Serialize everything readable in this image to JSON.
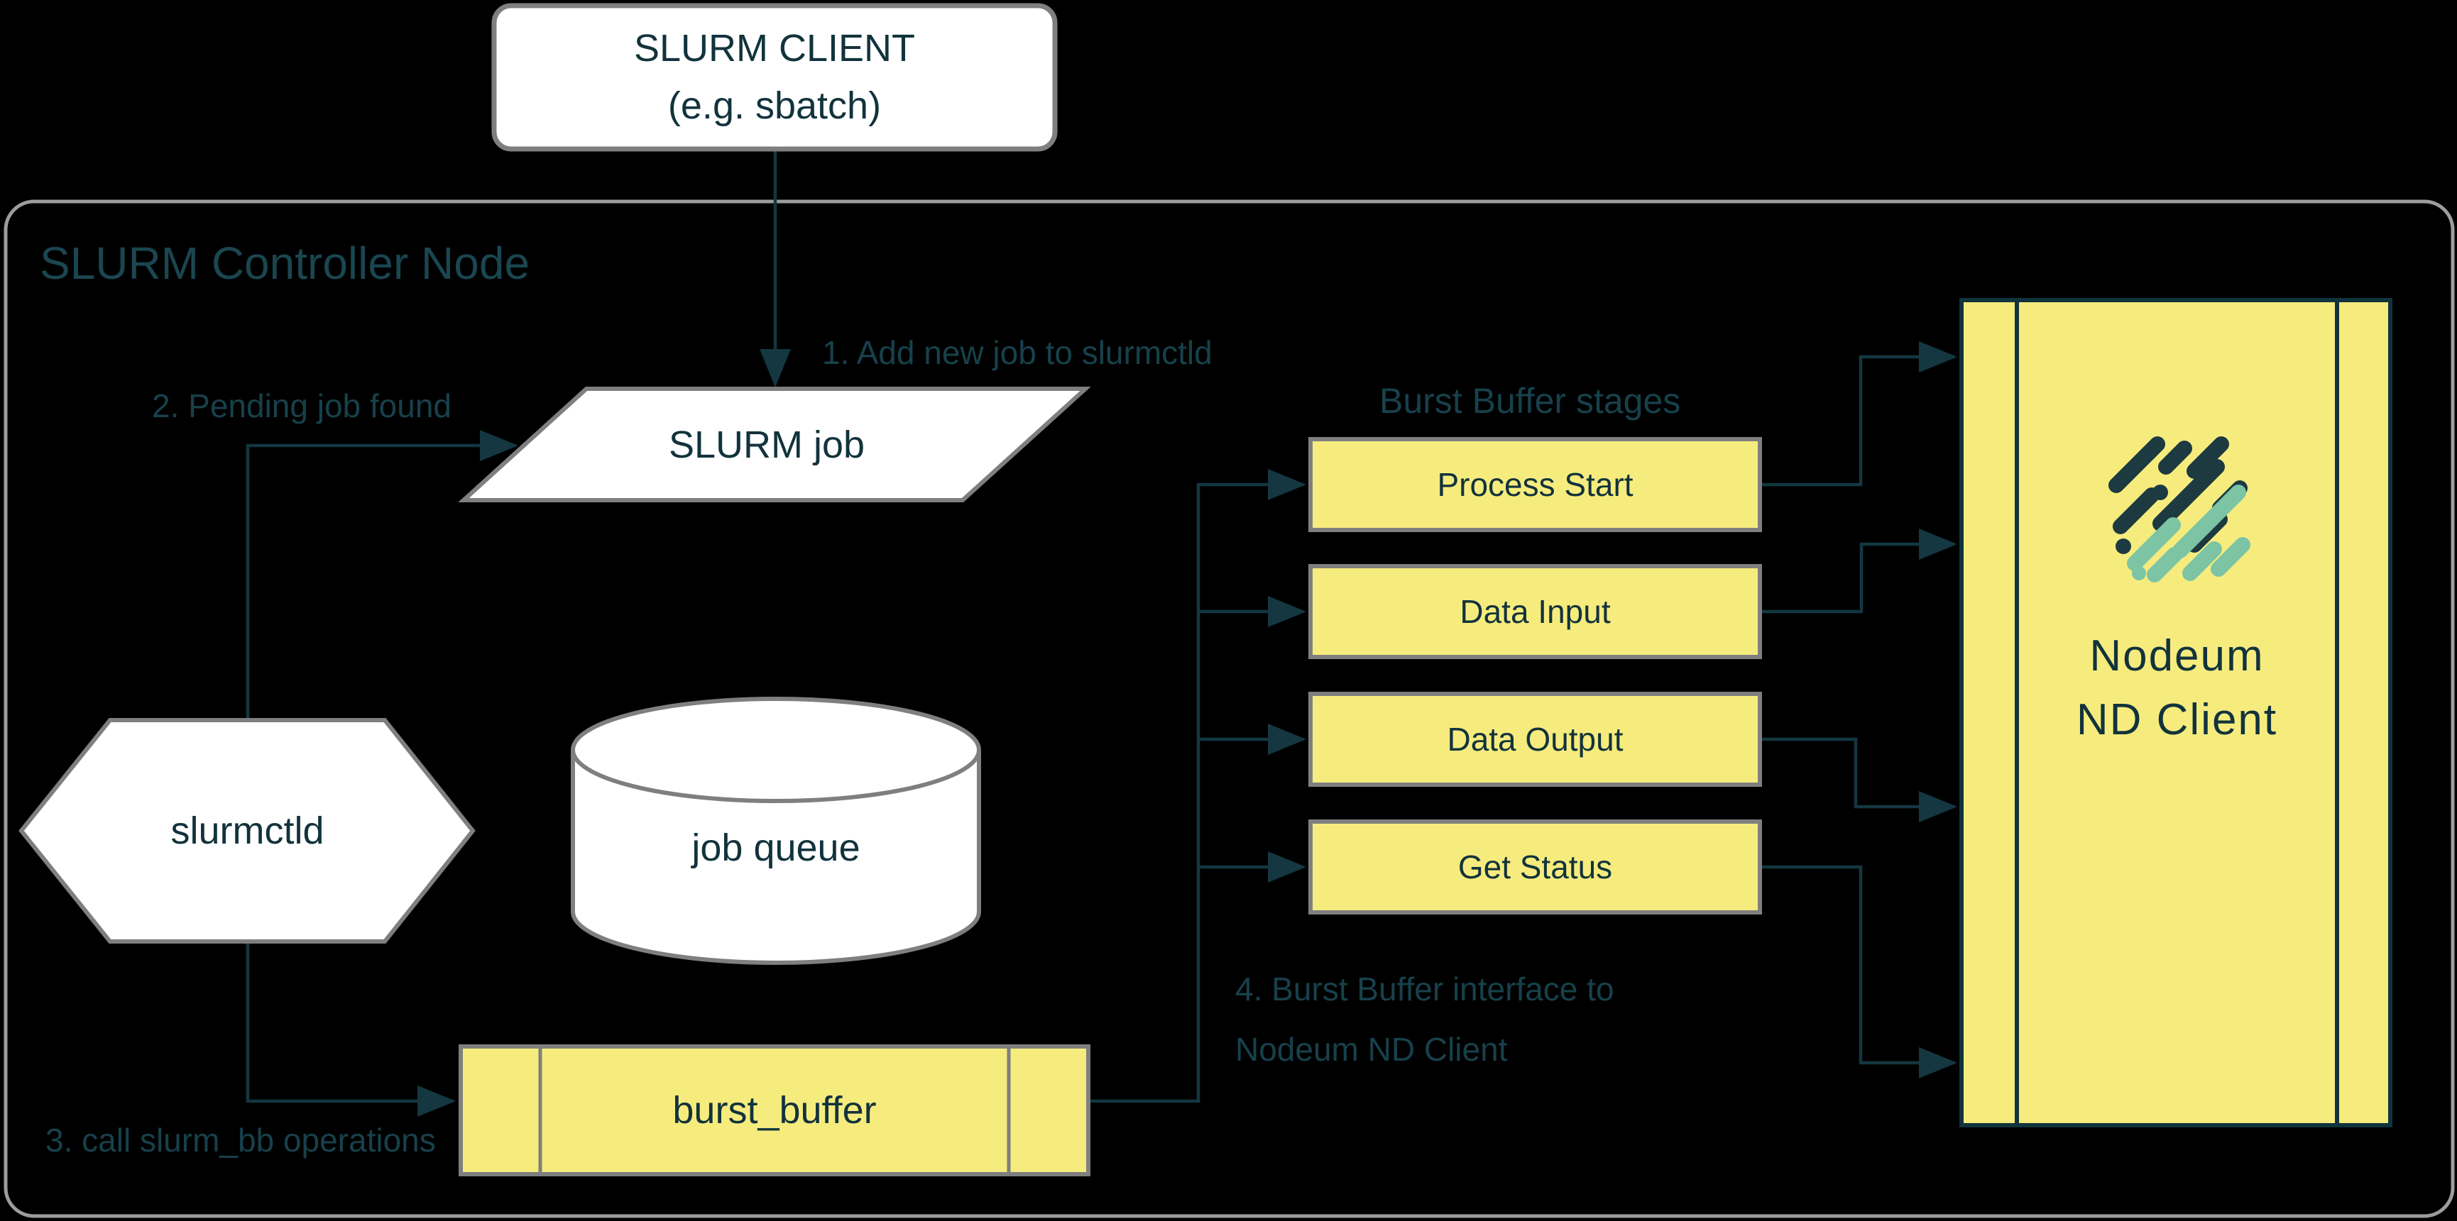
{
  "container": {
    "title": "SLURM Controller Node"
  },
  "client_box": {
    "line1": "SLURM CLIENT",
    "line2": "(e.g. sbatch)"
  },
  "nodes": {
    "slurm_job": "SLURM job",
    "slurmctld": "slurmctld",
    "job_queue": "job queue",
    "burst_buffer": "burst_buffer",
    "nodeum": {
      "line1": "Nodeum",
      "line2": "ND Client"
    }
  },
  "stages": {
    "heading": "Burst Buffer stages",
    "items": [
      "Process Start",
      "Data Input",
      "Data Output",
      "Get Status"
    ]
  },
  "annotations": {
    "step1": "1. Add new job to slurmctld",
    "step2": "2. Pending job found",
    "step3": "3. call slurm_bb operations",
    "step4_line1": "4. Burst Buffer interface to",
    "step4_line2": "Nodeum ND Client"
  },
  "colors": {
    "background": "#000000",
    "text_teal": "#17414b",
    "line_teal": "#143741",
    "shape_yellow": "#f6ec7e",
    "shape_white": "#ffffff",
    "shape_border_gray": "#7f7f7f",
    "container_border_gray": "#9d9d9d",
    "nodeum_border": "#11343c",
    "logo_dark": "#1c3a40",
    "logo_green": "#7cc4a4"
  },
  "icons": {
    "nodeum_logo": "nodeum-logo",
    "arrowhead": "arrowhead-icon"
  }
}
